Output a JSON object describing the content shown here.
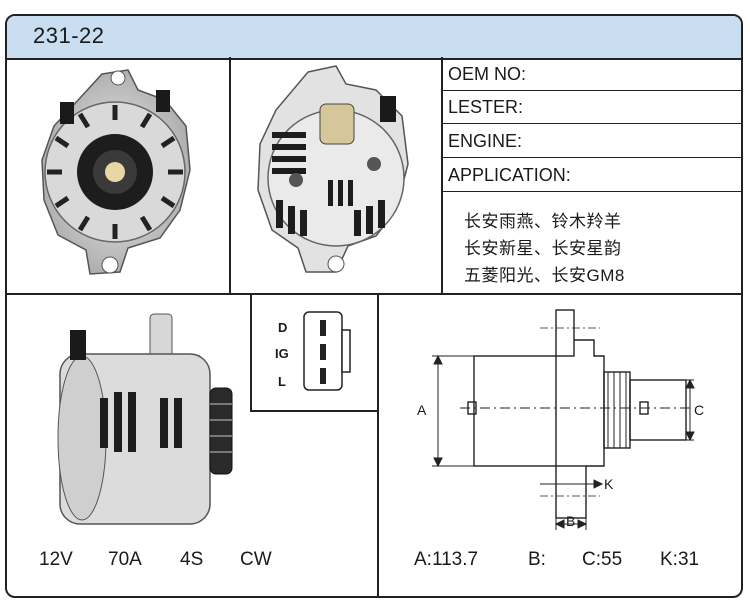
{
  "title": "231-22",
  "specs": {
    "oem_label": "OEM NO:",
    "lester_label": "LESTER:",
    "engine_label": "ENGINE:",
    "application_label": "APPLICATION:"
  },
  "applications": [
    "长安雨燕、铃木羚羊",
    "长安新星、长安星韵",
    "五菱阳光、长安GM8"
  ],
  "connector": {
    "pins": [
      "D",
      "IG",
      "L"
    ]
  },
  "ratings": {
    "voltage": "12V",
    "current": "70A",
    "pulley": "4S",
    "rotation": "CW"
  },
  "dimension_labels": {
    "a": "A",
    "b": "B",
    "c": "C",
    "k": "K"
  },
  "dimensions": {
    "a": "A:113.7",
    "b": "B:",
    "c": "C:55",
    "k": "K:31"
  },
  "colors": {
    "title_bar": "#c9def1",
    "border": "#222222"
  }
}
